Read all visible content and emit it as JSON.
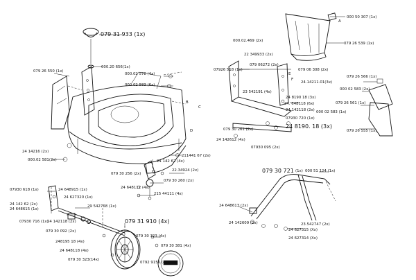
{
  "labels": {
    "p079_31_933": "079 31 933 (1x)",
    "p000_20_656": "000.20 656(1x)",
    "p079_26_550": "079 26 550 (1x)",
    "p000_02_578": "000.02 578 (4x)",
    "p000_02_583_6x": "000 02 583 (6x)",
    "p211441_67": "211441 67 (2x)",
    "p24_14216_2x_left": "24 14216 (2x)",
    "p000_02_581": "000.02 581(2x)",
    "p079_30_256": "079 30 256 (2x)",
    "p24_14262_4x": "24 142 62 (4x)",
    "p22_34924": "22.34924 (2x)",
    "p079_30_260": "079 30 260 (2x)",
    "p24_648112": "24 648112 (4x)",
    "p215_44111": "215 44111 (4x)",
    "p079_30_618": "07930 618 (1x)",
    "p24_648915": "24 648915 (1x)",
    "p24_14262_2x": "24 142 62 (2x)",
    "p24_627320": "24 627320 (1x)",
    "p24_648615": "24 648615 (1x)",
    "p29_542768": "29 542768 (1x)",
    "p079_30_716": "07930 716 (1x)",
    "p24_142118": "24 142118 (2x)",
    "p079_30_092": "079 30 092 (2x)",
    "p24_819518": "248195 18 (4x)",
    "p24_648118": "24 648118 (4x)",
    "p079_30_323_14x": "079 30 323(14x)",
    "p079_31_910": "079 31 910 (4x)",
    "p079_30_323_4x": "079 30 323 (4x)",
    "p079_30_381": "079 30 381 (4x)",
    "p079_29_156": "0792 9156 (4x)",
    "p079_26_518": "07926 518 (1x)",
    "p000_02_469": "000.02.469 (2x)",
    "p22_349933": "22 349933 (2x)",
    "p079_06_272": "079 06272 (2x)",
    "p079_06_308": "079 06 308 (2x)",
    "p23_542191": "23 542191 (4x)",
    "p24_14211": "24.14211.01(3x)",
    "p24_8190_18_3x_a": "24 8190 18 (3x)",
    "p24_648118_6x": "24. 648118 (6x)",
    "p24_142118_2x_r": "24 142118 (2x)",
    "p079_30_720": "07930 720 (1x)",
    "p24_8190_18_3x_b": "24 8190. 18 (3x)",
    "p079_30_261": "079 30 261 (2x)",
    "p24_142612": "24 142612 (4x)",
    "p079_30_095": "07930 095 (2x)",
    "p000_50_307": "000 50 307 (1x)",
    "p079_26_539": "079 26 539 (1x)",
    "p079_26_566": "079 26 566 (1x)",
    "p000_02_583_2x": "000 02 583 (2x)",
    "p079_26_561": "079 26 561 (1x)",
    "p000_02_583_r": "000 02 583 (1x)",
    "p079_26_555": "079 26 555 (1x)",
    "p079_30_721": "079 30 721",
    "p000_51_124": "000 51 124 (1x)",
    "p079_30_721_count": "(1x)",
    "p24_648613": "24 648613 (2x)",
    "p24_142609": "24 142609 (2x)",
    "p24_627315": "24 627315 (Xx)",
    "p24_627314": "24 627314 (Xx)",
    "p23_542747": "23.542747 (2x)"
  },
  "callouts": [
    "A",
    "B",
    "C",
    "D",
    "E",
    "F"
  ],
  "brand_plate": ""
}
